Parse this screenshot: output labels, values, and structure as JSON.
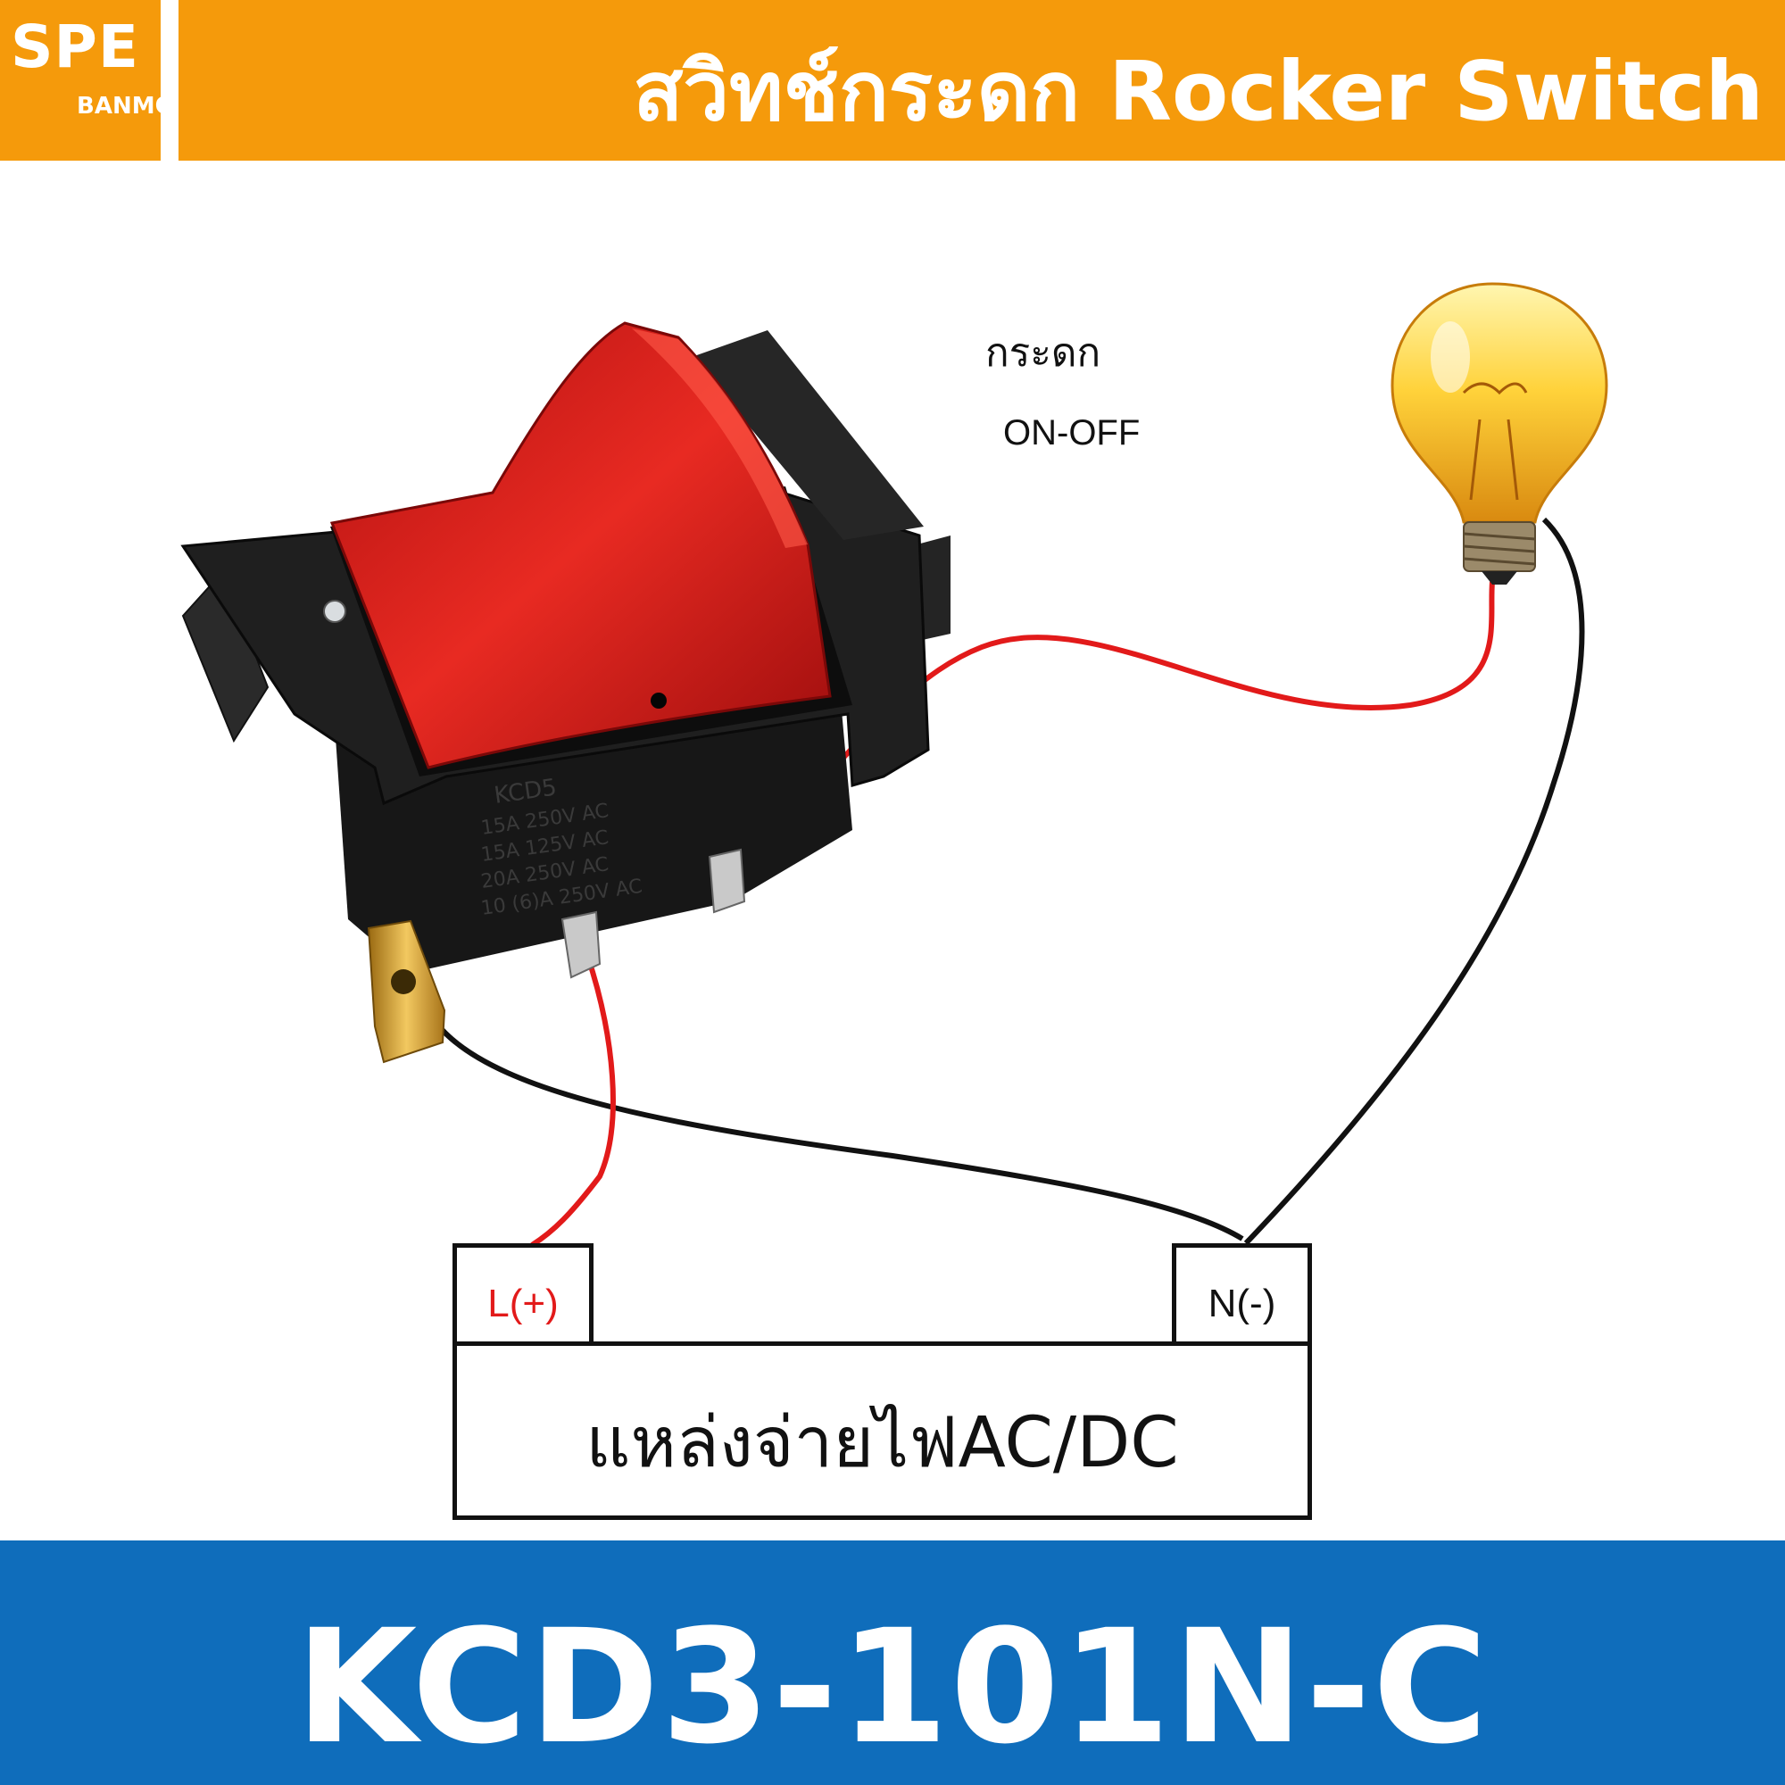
{
  "header": {
    "logo_main": "SPE",
    "logo_sub": "BANMOH",
    "title": "สวิทช์กระดก Rocker Switch"
  },
  "labels": {
    "rocker": "กระดก",
    "on_off": "ON-OFF"
  },
  "switch_markings": {
    "brand": "KCD5",
    "rating_1": "15A 250V AC",
    "rating_2": "15A 125V AC",
    "rating_3": "20A 250V AC",
    "rating_4": "10 (6)A 250V AC"
  },
  "terminals": {
    "live": "L(+)",
    "neutral": "N(-)"
  },
  "power_supply": "แหล่งจ่ายไฟAC/DC",
  "footer": {
    "model": "KCD3-101N-C"
  },
  "colors": {
    "banner_orange": "#f59a0b",
    "banner_blue": "#0f6dbb",
    "wire_red": "#e21a1a",
    "wire_black": "#111111",
    "rocker_red": "#d91e18",
    "switch_body": "#1d1d1d"
  },
  "icons": [
    "light-bulb-icon",
    "rocker-switch-icon"
  ]
}
